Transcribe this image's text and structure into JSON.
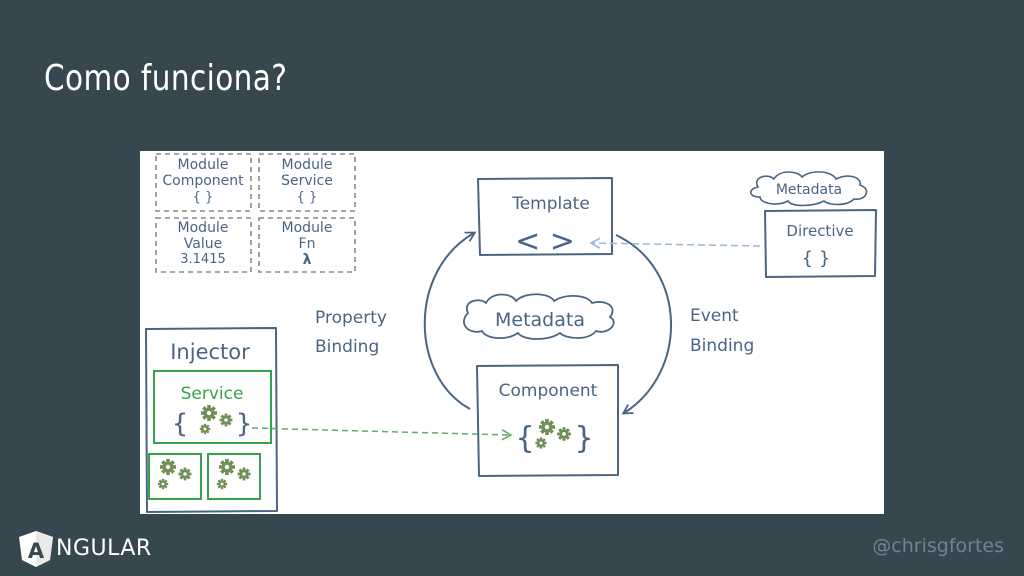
{
  "slide": {
    "title": "Como funciona?",
    "author": "@chrisgfortes"
  },
  "logo": {
    "letter": "A",
    "word": "NGULAR",
    "accent_color": "#dd0031"
  },
  "diagram": {
    "modules": [
      {
        "line1": "Module",
        "line2": "Component",
        "line3": "{ }"
      },
      {
        "line1": "Module",
        "line2": "Service",
        "line3": "{ }"
      },
      {
        "line1": "Module",
        "line2": "Value",
        "line3": "3.1415"
      },
      {
        "line1": "Module",
        "line2": "Fn",
        "line3": "λ"
      }
    ],
    "template": {
      "label": "Template",
      "symbol": "< >"
    },
    "component": {
      "label": "Component",
      "symbol_open": "{",
      "symbol_close": "}"
    },
    "metadata_center": "Metadata",
    "metadata_directive": "Metadata",
    "directive": {
      "label": "Directive",
      "symbol": "{ }"
    },
    "property_binding": {
      "line1": "Property",
      "line2": "Binding"
    },
    "event_binding": {
      "line1": "Event",
      "line2": "Binding"
    },
    "injector": {
      "label": "Injector"
    },
    "service": {
      "label": "Service",
      "symbol_open": "{",
      "symbol_close": "}"
    },
    "colors": {
      "ink": "#4a6584",
      "green": "#36a24b",
      "gear": "#6e8f55",
      "dashed_blue": "#9cb6d8"
    }
  }
}
